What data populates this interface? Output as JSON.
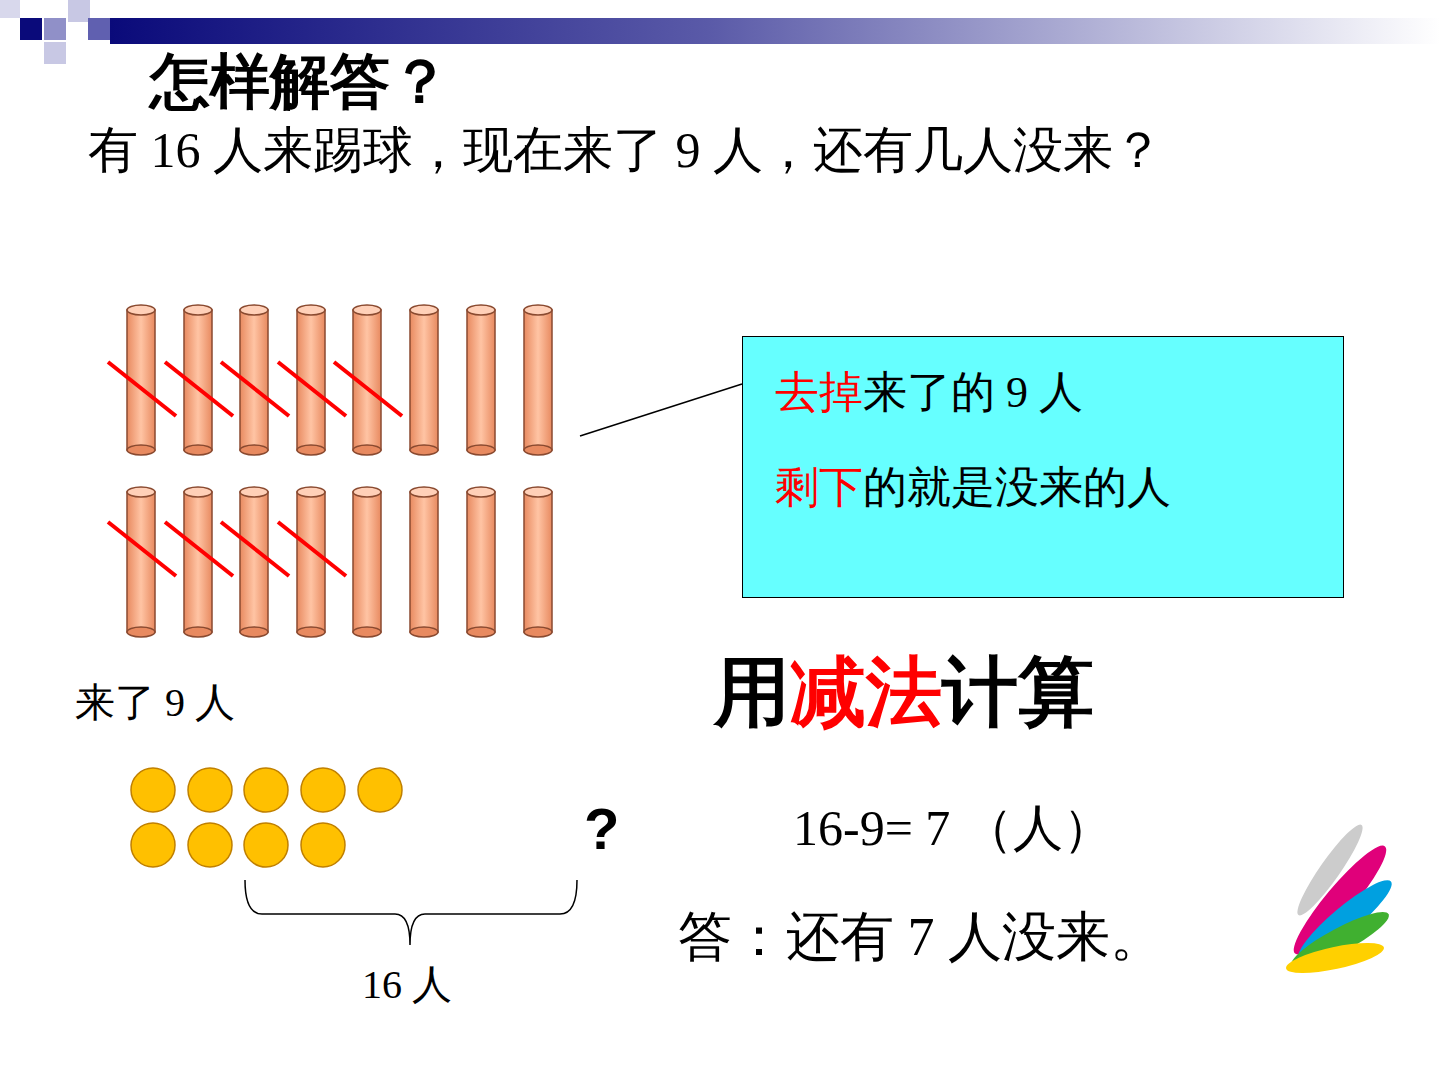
{
  "diagram": {
    "title": "怎样解答？",
    "nodes": [
      {
        "text": [
          "去掉",
          "来了的 9 人",
          "剩下",
          "的就是没来的人"
        ]
      }
    ],
    "labels": [
      "有 16 人来踢球，现在来了 9 人，还有几人没来？",
      "来了 9 人",
      "?",
      "16 人",
      "用",
      "减法",
      "计算",
      "16-9= 7 （人）",
      "答：还有 7 人没来。"
    ]
  }
}
